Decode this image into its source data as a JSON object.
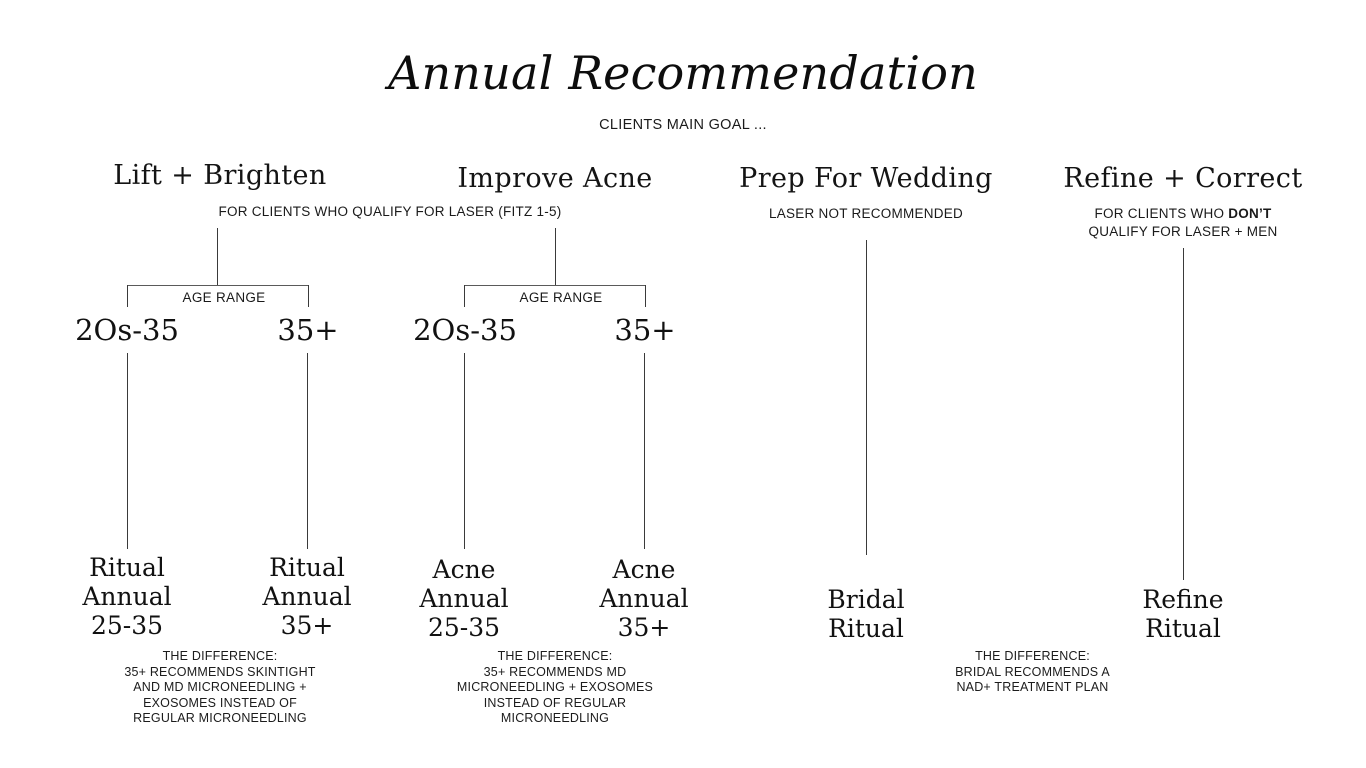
{
  "page": {
    "title": "Annual Recommendation",
    "subtitle": "CLIENTS MAIN GOAL ...",
    "background_color": "#ffffff",
    "text_color": "#111111",
    "line_color": "#3a3a3a"
  },
  "shared_notes": {
    "laser_qualify": "FOR CLIENTS WHO QUALIFY FOR LASER (FITZ 1-5)",
    "age_range_label": "AGE RANGE"
  },
  "columns": [
    {
      "id": "lift-brighten",
      "heading": "Lift + Brighten",
      "note": "",
      "age_range_label": "AGE RANGE",
      "branches": [
        {
          "age": "2Os-35",
          "leaf_lines": [
            "Ritual",
            "Annual",
            "25-35"
          ]
        },
        {
          "age": "35+",
          "leaf_lines": [
            "Ritual",
            "Annual",
            "35+"
          ]
        }
      ],
      "difference_note": [
        "THE DIFFERENCE:",
        "35+ RECOMMENDS SKINTIGHT",
        "AND MD MICRONEEDLING +",
        "EXOSOMES INSTEAD OF",
        "REGULAR MICRONEEDLING"
      ]
    },
    {
      "id": "improve-acne",
      "heading": "Improve Acne",
      "note": "",
      "age_range_label": "AGE RANGE",
      "branches": [
        {
          "age": "2Os-35",
          "leaf_lines": [
            "Acne",
            "Annual",
            "25-35"
          ]
        },
        {
          "age": "35+",
          "leaf_lines": [
            "Acne",
            "Annual",
            "35+"
          ]
        }
      ],
      "difference_note": [
        "THE DIFFERENCE:",
        "35+ RECOMMENDS MD",
        "MICRONEEDLING + EXOSOMES",
        "INSTEAD OF REGULAR",
        "MICRONEEDLING"
      ]
    },
    {
      "id": "prep-for-wedding",
      "heading": "Prep For Wedding",
      "note": "LASER NOT RECOMMENDED",
      "branches": [
        {
          "age": "",
          "leaf_lines": [
            "Bridal",
            "Ritual"
          ]
        }
      ],
      "difference_note": [
        "THE DIFFERENCE:",
        "BRIDAL RECOMMENDS A",
        "NAD+ TREATMENT PLAN"
      ]
    },
    {
      "id": "refine-correct",
      "heading": "Refine + Correct",
      "note_line1_pre": "FOR CLIENTS WHO ",
      "note_line1_bold": "DON’T",
      "note_line2": "QUALIFY FOR LASER + MEN",
      "branches": [
        {
          "age": "",
          "leaf_lines": [
            "Refine",
            "Ritual"
          ]
        }
      ],
      "difference_note": []
    }
  ]
}
